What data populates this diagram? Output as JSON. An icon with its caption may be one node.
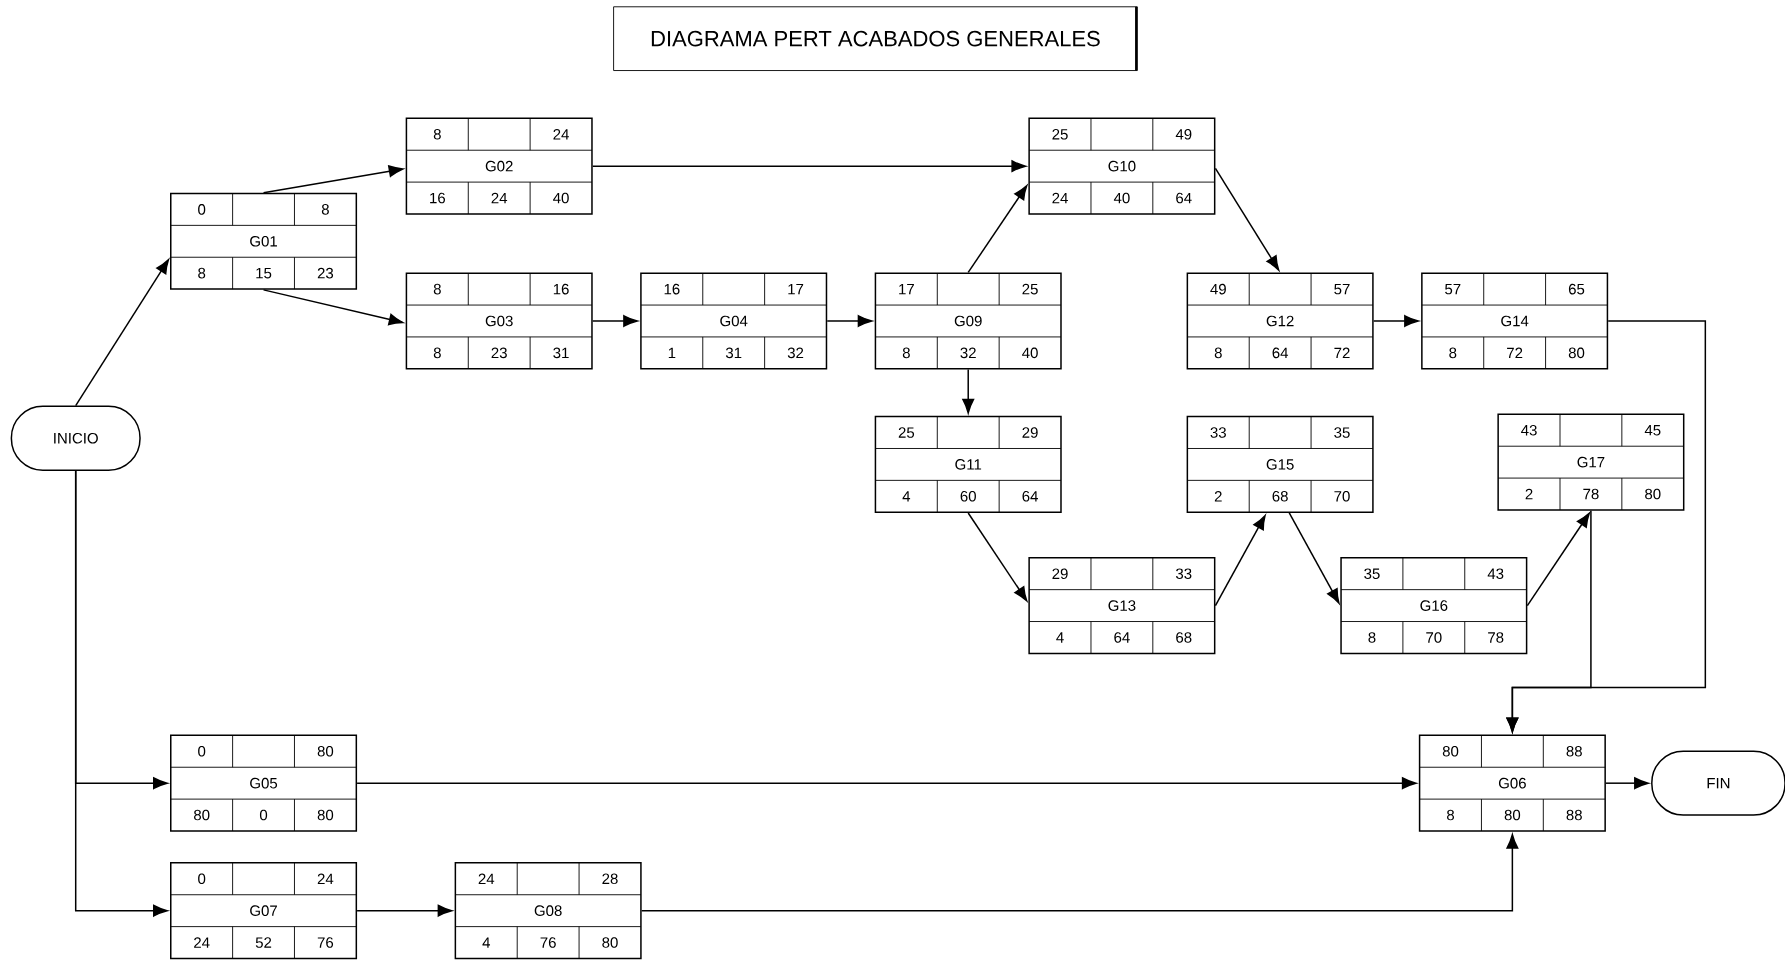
{
  "diagram": {
    "title": "DIAGRAMA PERT ACABADOS GENERALES",
    "nodes": [
      {
        "text": [
          "INICIO"
        ]
      },
      {
        "text": [
          "0",
          "8",
          "G01",
          "8",
          "15",
          "23"
        ]
      },
      {
        "text": [
          "8",
          "24",
          "G02",
          "16",
          "24",
          "40"
        ]
      },
      {
        "text": [
          "8",
          "16",
          "G03",
          "8",
          "23",
          "31"
        ]
      },
      {
        "text": [
          "16",
          "17",
          "G04",
          "1",
          "31",
          "32"
        ]
      },
      {
        "text": [
          "17",
          "25",
          "G09",
          "8",
          "32",
          "40"
        ]
      },
      {
        "text": [
          "25",
          "49",
          "G10",
          "24",
          "40",
          "64"
        ]
      },
      {
        "text": [
          "25",
          "29",
          "G11",
          "4",
          "60",
          "64"
        ]
      },
      {
        "text": [
          "49",
          "57",
          "G12",
          "8",
          "64",
          "72"
        ]
      },
      {
        "text": [
          "57",
          "65",
          "G14",
          "8",
          "72",
          "80"
        ]
      },
      {
        "text": [
          "33",
          "35",
          "G15",
          "2",
          "68",
          "70"
        ]
      },
      {
        "text": [
          "29",
          "33",
          "G13",
          "4",
          "64",
          "68"
        ]
      },
      {
        "text": [
          "35",
          "43",
          "G16",
          "8",
          "70",
          "78"
        ]
      },
      {
        "text": [
          "43",
          "45",
          "G17",
          "2",
          "78",
          "80"
        ]
      },
      {
        "text": [
          "0",
          "80",
          "G05",
          "80",
          "0",
          "80"
        ]
      },
      {
        "text": [
          "80",
          "88",
          "G06",
          "8",
          "80",
          "88"
        ]
      },
      {
        "text": [
          "0",
          "24",
          "G07",
          "24",
          "52",
          "76"
        ]
      },
      {
        "text": [
          "24",
          "28",
          "G08",
          "4",
          "76",
          "80"
        ]
      },
      {
        "text": [
          "FIN"
        ]
      }
    ],
    "edges": [
      {
        "from": 0,
        "to": 1,
        "arrow": "to"
      },
      {
        "from": 1,
        "to": 2,
        "arrow": "to"
      },
      {
        "from": 1,
        "to": 3,
        "arrow": "to"
      },
      {
        "from": 2,
        "to": 6,
        "arrow": "to"
      },
      {
        "from": 3,
        "to": 4,
        "arrow": "to"
      },
      {
        "from": 4,
        "to": 5,
        "arrow": "to"
      },
      {
        "from": 5,
        "to": 6,
        "arrow": "to"
      },
      {
        "from": 6,
        "to": 8,
        "arrow": "to"
      },
      {
        "from": 5,
        "to": 7,
        "arrow": "to"
      },
      {
        "from": 8,
        "to": 9,
        "arrow": "to"
      },
      {
        "from": 9,
        "to": 15,
        "arrow": "to"
      },
      {
        "from": 13,
        "to": 15,
        "arrow": "to"
      },
      {
        "from": 7,
        "to": 11,
        "arrow": "to"
      },
      {
        "from": 11,
        "to": 10,
        "arrow": "to"
      },
      {
        "from": 10,
        "to": 12,
        "arrow": "to"
      },
      {
        "from": 12,
        "to": 13,
        "arrow": "to"
      },
      {
        "from": 0,
        "to": 14,
        "arrow": "to"
      },
      {
        "from": 0,
        "to": 16,
        "arrow": "to"
      },
      {
        "from": 14,
        "to": 15,
        "arrow": "to"
      },
      {
        "from": 16,
        "to": 17,
        "arrow": "to"
      },
      {
        "from": 17,
        "to": 15,
        "arrow": "to"
      },
      {
        "from": 15,
        "to": 18,
        "arrow": "to"
      }
    ]
  }
}
